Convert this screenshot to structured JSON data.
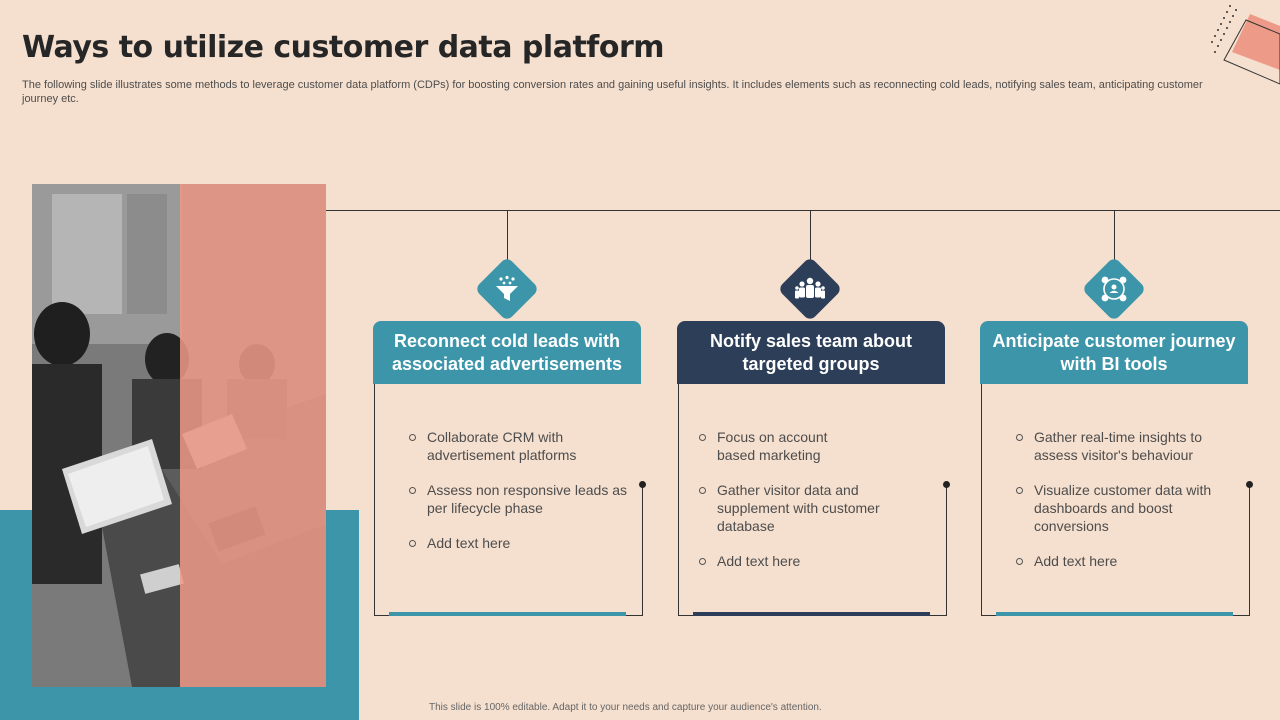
{
  "slide": {
    "title": "Ways to utilize customer data platform",
    "subtitle": "The following slide illustrates some methods to leverage customer data platform (CDPs) for boosting conversion rates and gaining useful insights. It includes elements such as reconnecting cold leads, notifying sales team, anticipating customer journey etc.",
    "footer": "This slide is 100% editable.  Adapt it to your needs and capture your audience's attention."
  },
  "colors": {
    "teal": "#3d95aa",
    "navy": "#2d3e58",
    "background": "#f5dfce",
    "salmon": "#ee9a88"
  },
  "cards": [
    {
      "heading": "Reconnect cold leads with associated advertisements",
      "icon": "funnel-icon",
      "bullets": [
        "Collaborate CRM with advertisement platforms",
        "Assess non responsive leads as per lifecycle phase",
        "Add text here"
      ]
    },
    {
      "heading": "Notify sales team about targeted groups",
      "icon": "team-icon",
      "bullets": [
        "Focus on account based marketing",
        "Gather visitor data and supplement with customer database",
        "Add text here"
      ]
    },
    {
      "heading": "Anticipate customer journey with BI tools",
      "icon": "customer-journey-icon",
      "bullets": [
        "Gather real-time insights to assess visitor's behaviour",
        "Visualize customer data with dashboards and boost conversions",
        "Add text here"
      ]
    }
  ]
}
